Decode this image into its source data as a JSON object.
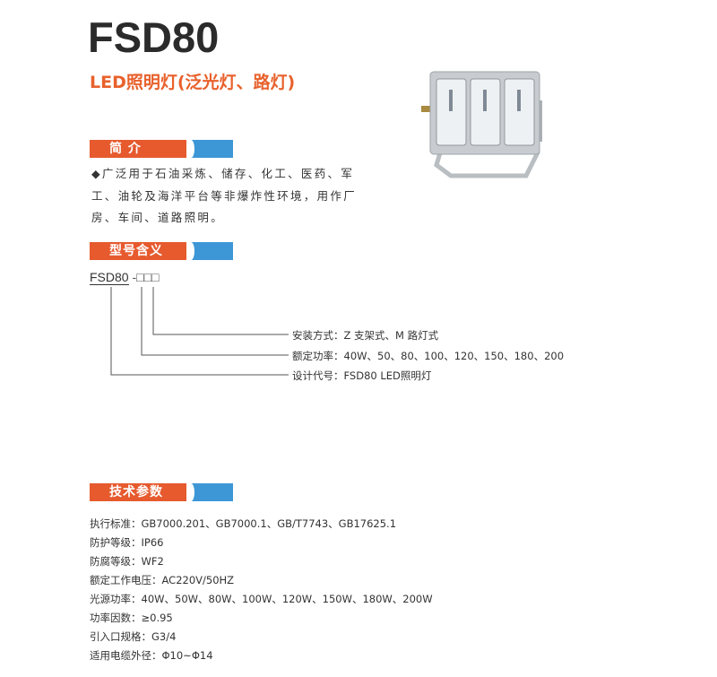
{
  "header": {
    "title": "FSD80",
    "subtitle": "LED照明灯(泛光灯、路灯)"
  },
  "sections": {
    "intro": {
      "label": "简 介",
      "lines": [
        "◆广泛用于石油采炼、储存、化工、医药、军",
        "工、油轮及海洋平台等非爆炸性环境，用作厂",
        "房、车间、道路照明。"
      ]
    },
    "model": {
      "label": "型号含义",
      "code": "FSD80",
      "suffix": "-□□□",
      "items": [
        "安装方式：Z 支架式、M 路灯式",
        "额定功率：40W、50、80、100、120、150、180、200",
        "设计代号：FSD80 LED照明灯"
      ]
    },
    "tech": {
      "label": "技术参数",
      "specs": [
        "执行标准：GB7000.201、GB7000.1、GB/T7743、GB17625.1",
        "防护等级：IP66",
        "防腐等级：WF2",
        "额定工作电压：AC220V/50HZ",
        "光源功率：40W、50W、80W、100W、120W、150W、180W、200W",
        "功率因数：≥0.95",
        "引入口规格：G3/4",
        "适用电缆外径：Φ10~Φ14"
      ]
    }
  },
  "colors": {
    "orange": "#e65a2e",
    "blue": "#3d97d6",
    "title": "#2b2b2b",
    "subtitle": "#e8612c"
  }
}
